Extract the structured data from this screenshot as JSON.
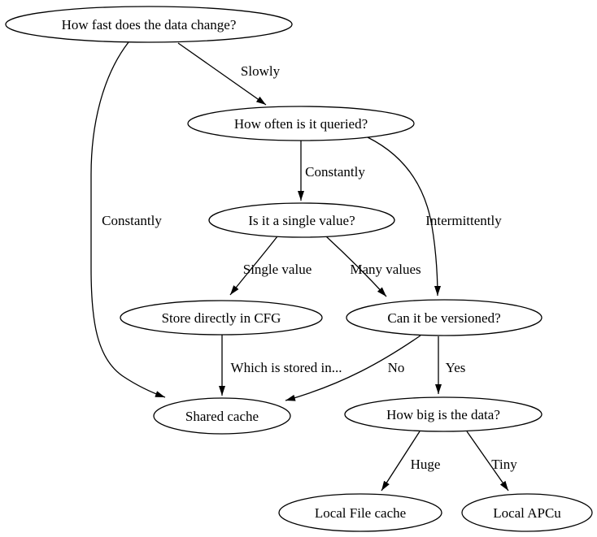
{
  "diagram": {
    "type": "flowchart",
    "background_color": "#ffffff",
    "node_fill": "#ffffff",
    "node_stroke_color": "#000000",
    "edge_color": "#000000",
    "text_color": "#000000",
    "nodes": [
      {
        "id": "q_change",
        "label": "How fast does the data change?"
      },
      {
        "id": "q_queried",
        "label": "How often is it queried?"
      },
      {
        "id": "q_single",
        "label": "Is it a single value?"
      },
      {
        "id": "store_cfg",
        "label": "Store directly in CFG"
      },
      {
        "id": "q_versioned",
        "label": "Can it be versioned?"
      },
      {
        "id": "shared_cache",
        "label": "Shared cache"
      },
      {
        "id": "q_big",
        "label": "How big is the data?"
      },
      {
        "id": "file_cache",
        "label": "Local File cache"
      },
      {
        "id": "apcu",
        "label": "Local APCu"
      }
    ],
    "edges": [
      {
        "from": "q_change",
        "to": "q_queried",
        "label": "Slowly"
      },
      {
        "from": "q_change",
        "to": "shared_cache",
        "label": "Constantly"
      },
      {
        "from": "q_queried",
        "to": "q_single",
        "label": "Constantly"
      },
      {
        "from": "q_queried",
        "to": "q_versioned",
        "label": "Intermittently"
      },
      {
        "from": "q_single",
        "to": "store_cfg",
        "label": "Single value"
      },
      {
        "from": "q_single",
        "to": "q_versioned",
        "label": "Many values"
      },
      {
        "from": "store_cfg",
        "to": "shared_cache",
        "label": "Which is stored in..."
      },
      {
        "from": "q_versioned",
        "to": "shared_cache",
        "label": "No"
      },
      {
        "from": "q_versioned",
        "to": "q_big",
        "label": "Yes"
      },
      {
        "from": "q_big",
        "to": "file_cache",
        "label": "Huge"
      },
      {
        "from": "q_big",
        "to": "apcu",
        "label": "Tiny"
      }
    ]
  }
}
